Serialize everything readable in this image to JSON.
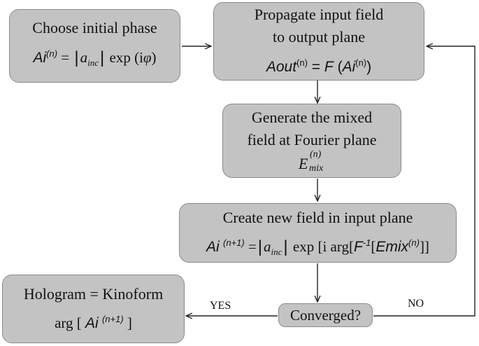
{
  "boxes": {
    "choose": {
      "title": "Choose initial phase",
      "lhs_base": "Ai",
      "lhs_sup": "(n)",
      "eq": "=",
      "a": "a",
      "a_sub": "inc",
      "exp": "exp (i",
      "phi": "φ",
      "close": ")"
    },
    "propagate": {
      "line1": "Propagate input field",
      "line2": "to output plane",
      "lhs_base": "Aout",
      "lhs_sup": "(n)",
      "eq": "=",
      "f": "F",
      "open": "(",
      "arg_base": "Ai",
      "arg_sup": "(n)",
      "close": ")"
    },
    "generate": {
      "line1": "Generate the mixed",
      "line2": "field at Fourier plane",
      "e_base": "E",
      "e_sup": "(n)",
      "e_sub": "mix"
    },
    "create": {
      "title": "Create new field in input plane",
      "lhs_base": "Ai",
      "lhs_sup": "(n+1)",
      "eq": "=",
      "a": "a",
      "a_sub": "inc",
      "exp": "exp [i arg[",
      "finv_base": "F",
      "finv_sup": "-1",
      "open": "[",
      "emix": "Emix",
      "emix_sup": "(n)",
      "close": "]]"
    },
    "hologram": {
      "line1": "Hologram = Kinoform",
      "arg_open": "arg [",
      "arg_base": "Ai",
      "arg_sup": "(n+1)",
      "arg_close": "]"
    },
    "converged": {
      "label": "Converged?"
    }
  },
  "labels": {
    "yes": "YES",
    "no": "NO"
  }
}
